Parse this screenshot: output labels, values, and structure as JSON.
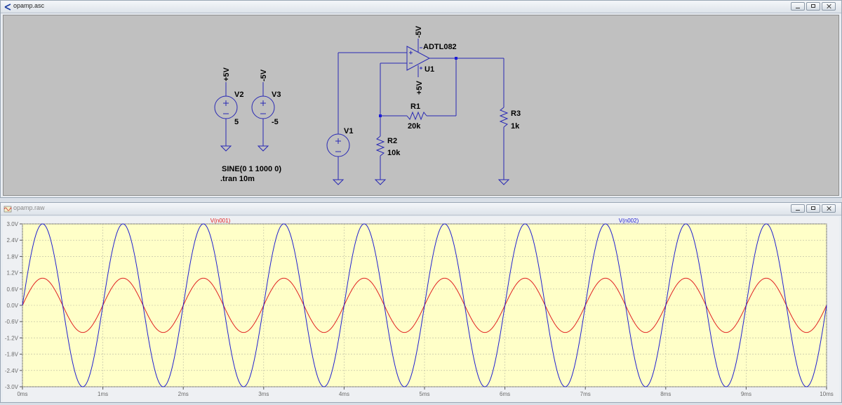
{
  "schematic_window": {
    "title": "opamp.asc",
    "components": {
      "v2": {
        "name": "V2",
        "value": "5",
        "net": "+5V"
      },
      "v3": {
        "name": "V3",
        "value": "-5",
        "net": "-5V"
      },
      "v1": {
        "name": "V1"
      },
      "u1": {
        "name": "U1",
        "model": "ADTL082",
        "vneg": "-5V",
        "vpos": "+5V"
      },
      "r1": {
        "name": "R1",
        "value": "20k"
      },
      "r2": {
        "name": "R2",
        "value": "10k"
      },
      "r3": {
        "name": "R3",
        "value": "1k"
      }
    },
    "directives": [
      "SINE(0 1 1000 0)",
      ".tran 10m"
    ],
    "colors": {
      "background": "#c0c0c0",
      "wire": "#2828b4",
      "junction": "#1c1cd8"
    }
  },
  "waveform_window": {
    "title": "opamp.raw"
  },
  "chart_data": {
    "type": "line",
    "background": "#ffffc8",
    "xlabel": "",
    "ylabel": "",
    "xlim": [
      0,
      10
    ],
    "ylim": [
      -3,
      3
    ],
    "xticks": [
      0,
      1,
      2,
      3,
      4,
      5,
      6,
      7,
      8,
      9,
      10
    ],
    "xticklabels": [
      "0ms",
      "1ms",
      "2ms",
      "3ms",
      "4ms",
      "5ms",
      "6ms",
      "7ms",
      "8ms",
      "9ms",
      "10ms"
    ],
    "yticks": [
      3.0,
      2.4,
      1.8,
      1.2,
      0.6,
      0.0,
      -0.6,
      -1.2,
      -1.8,
      -2.4,
      -3.0
    ],
    "yticklabels": [
      "3.0V",
      "2.4V",
      "1.8V",
      "1.2V",
      "0.6V",
      "0.0V",
      "-0.6V",
      "-1.2V",
      "-1.8V",
      "-2.4V",
      "-3.0V"
    ],
    "grid": true,
    "series": [
      {
        "name": "V(n001)",
        "color": "#e02020",
        "amplitude": 1,
        "frequency_per_ms": 1,
        "phase": 0
      },
      {
        "name": "V(n002)",
        "color": "#2020d0",
        "amplitude": 3,
        "frequency_per_ms": 1,
        "phase": 0
      }
    ]
  }
}
